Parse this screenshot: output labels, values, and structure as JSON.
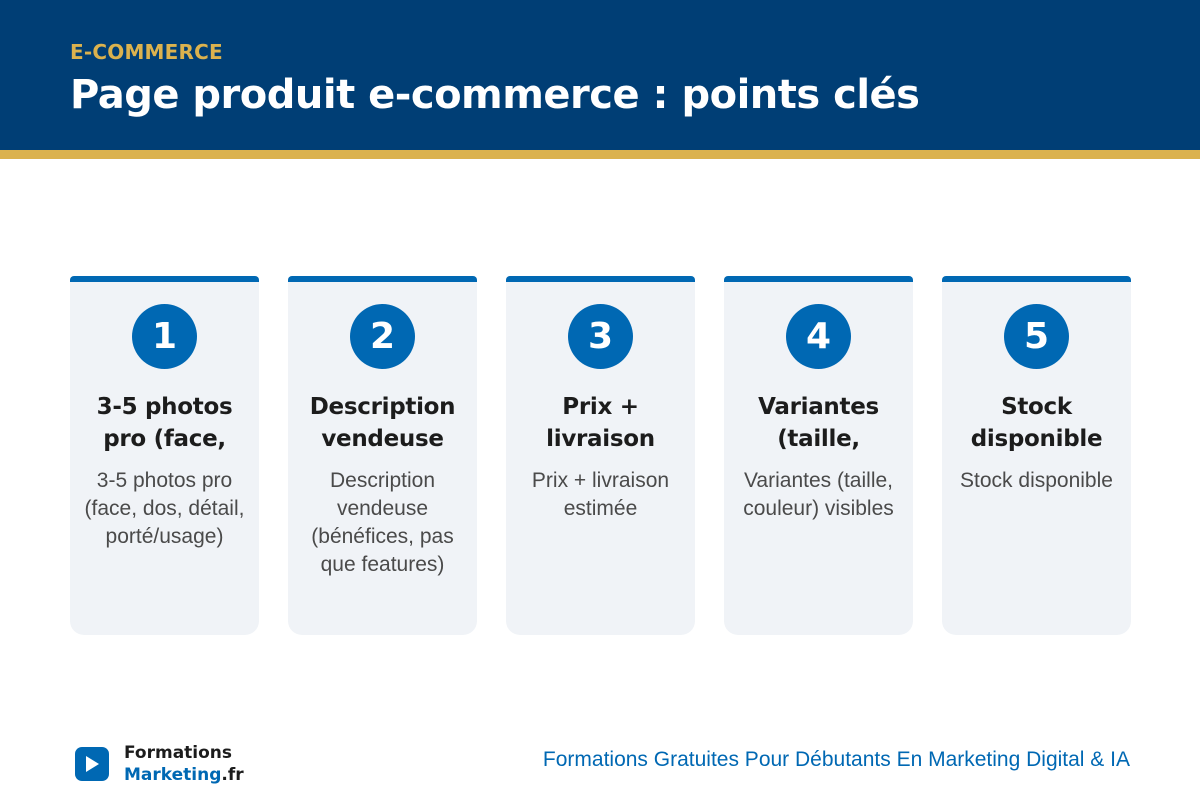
{
  "header": {
    "eyebrow": "E-COMMERCE",
    "title": "Page produit e-commerce : points clés"
  },
  "cards": [
    {
      "number": "1",
      "title": "3-5 photos pro (face,",
      "description": "3-5 photos pro (face, dos, détail, porté/usage)"
    },
    {
      "number": "2",
      "title": "Description vendeuse",
      "description": "Description vendeuse (bénéfices, pas que features)"
    },
    {
      "number": "3",
      "title": "Prix + livraison",
      "description": "Prix + livraison estimée"
    },
    {
      "number": "4",
      "title": "Variantes (taille,",
      "description": "Variantes (taille, couleur) visibles"
    },
    {
      "number": "5",
      "title": "Stock disponible",
      "description": "Stock disponible"
    }
  ],
  "footer": {
    "logo_line1": "Formations",
    "logo_line2_brand": "Marketing",
    "logo_line2_tld": ".fr",
    "logo_icon": "play-icon",
    "tagline": "Formations Gratuites Pour Débutants En Marketing Digital & IA"
  },
  "colors": {
    "header_bg": "#003e75",
    "accent_gold": "#dbb24e",
    "brand_blue": "#0068b3",
    "card_bg": "#f0f3f7"
  }
}
